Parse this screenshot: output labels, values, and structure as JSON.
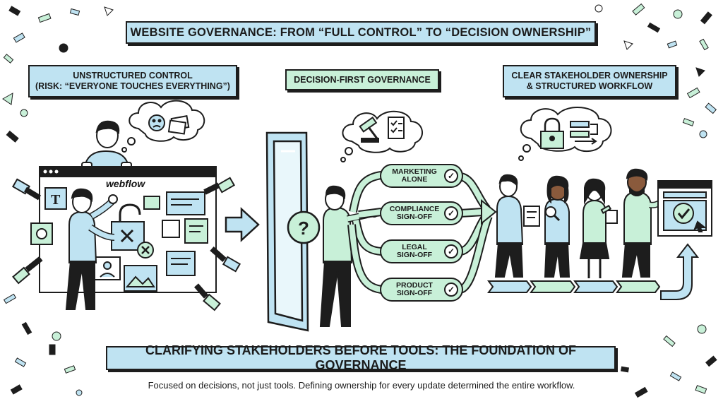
{
  "title": "WEBSITE GOVERNANCE: FROM “FULL CONTROL” TO “DECISION OWNERSHIP”",
  "panels": [
    {
      "label_line1": "UNSTRUCTURED CONTROL",
      "label_line2": "(RISK: “EVERYONE TOUCHES EVERYTHING”)"
    },
    {
      "label_line1": "DECISION-FIRST GOVERNANCE"
    },
    {
      "label_line1": "CLEAR STAKEHOLDER OWNERSHIP",
      "label_line2": "& STRUCTURED WORKFLOW"
    }
  ],
  "browser_brand": "webflow",
  "signoffs": [
    {
      "line1": "MARKETING",
      "line2": "ALONE",
      "check": "✓"
    },
    {
      "line1": "COMPLIANCE",
      "line2": "SIGN-OFF",
      "check": "✓"
    },
    {
      "line1": "LEGAL",
      "line2": "SIGN-OFF",
      "check": "✓"
    },
    {
      "line1": "PRODUCT",
      "line2": "SIGN-OFF",
      "check": "✓"
    }
  ],
  "banner": "CLARIFYING STAKEHOLDERS BEFORE TOOLS: THE FOUNDATION OF GOVERNANCE",
  "subtitle": "Focused on decisions, not just tools. Defining ownership for every update determined the entire workflow.",
  "colors": {
    "accent_blue": "#bfe3f2",
    "accent_green": "#c8f0d8",
    "ink": "#1d1d1d"
  }
}
